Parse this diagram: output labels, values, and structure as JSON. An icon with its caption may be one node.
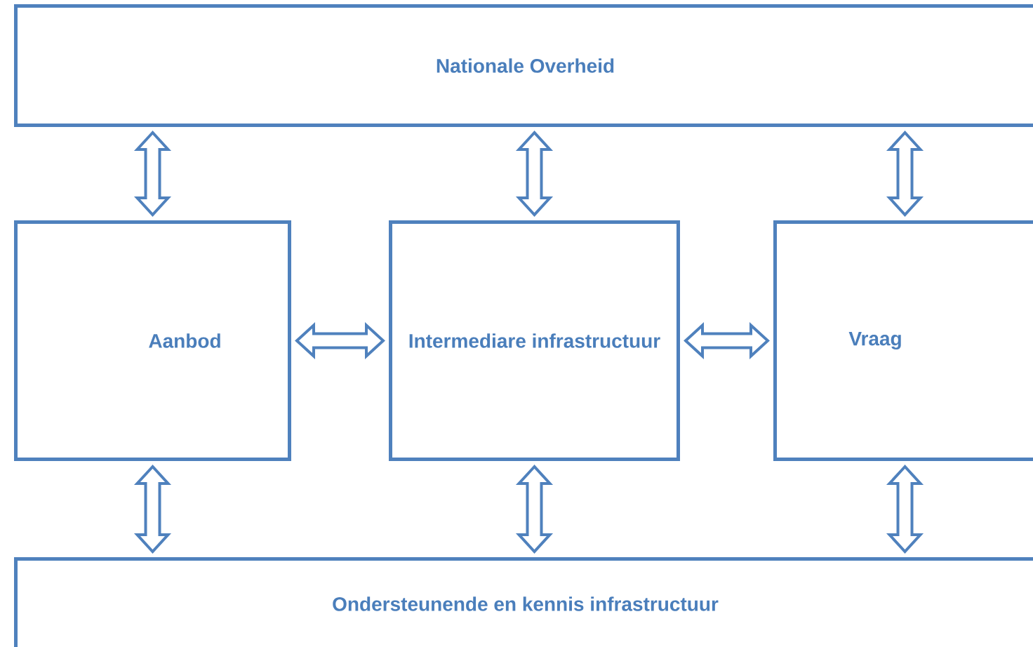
{
  "diagram": {
    "nodes": [
      {
        "text": [
          "Nationale Overheid"
        ]
      },
      {
        "text": [
          "Aanbod"
        ]
      },
      {
        "text": [
          "Intermediare infrastructuur"
        ]
      },
      {
        "text": [
          "Vraag"
        ]
      },
      {
        "text": [
          "Ondersteunende en kennis infrastructuur"
        ]
      }
    ],
    "edges": [
      {
        "from": 0,
        "to": 1,
        "arrow": "both"
      },
      {
        "from": 0,
        "to": 2,
        "arrow": "both"
      },
      {
        "from": 0,
        "to": 3,
        "arrow": "both"
      },
      {
        "from": 1,
        "to": 2,
        "arrow": "both"
      },
      {
        "from": 2,
        "to": 3,
        "arrow": "both"
      },
      {
        "from": 1,
        "to": 4,
        "arrow": "both"
      },
      {
        "from": 2,
        "to": 4,
        "arrow": "both"
      },
      {
        "from": 3,
        "to": 4,
        "arrow": "both"
      }
    ]
  }
}
